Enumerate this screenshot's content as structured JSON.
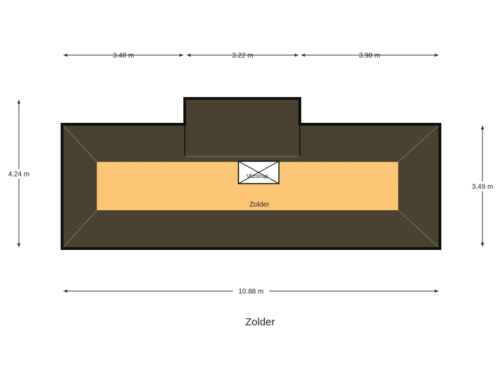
{
  "floor_title": "Zolder",
  "room_label": "Zolder",
  "stair_label": "Vlizotrap",
  "dimensions": {
    "top_left": "3.48 m",
    "top_middle": "3.22 m",
    "top_right": "3.98 m",
    "left_height": "4.24 m",
    "right_height": "3.49 m",
    "bottom_total": "10.88 m"
  },
  "colors": {
    "roof": "#4a4130",
    "floor": "#fbc676",
    "wall": "#111111",
    "dimension_line": "#333333",
    "background": "#ffffff"
  }
}
